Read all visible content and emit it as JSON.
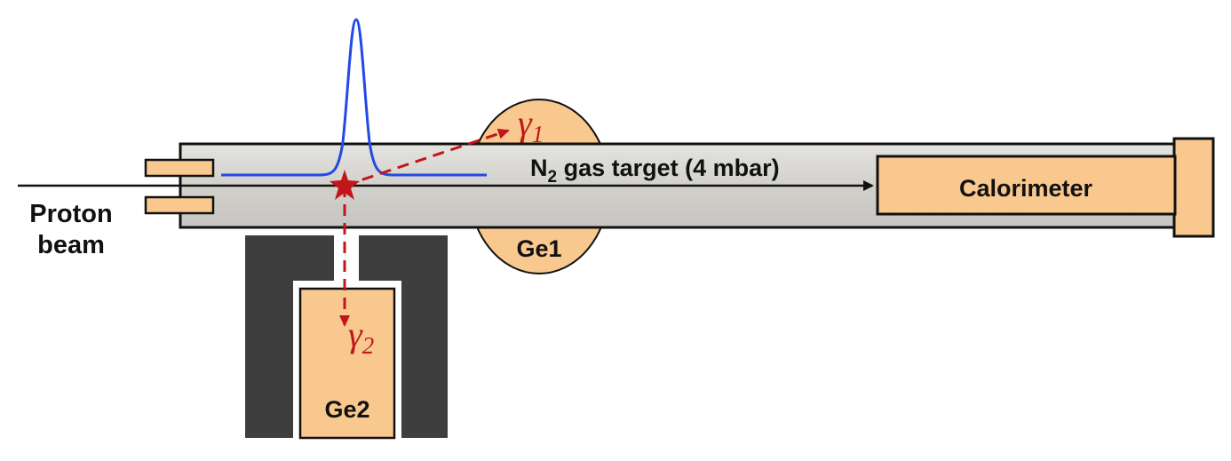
{
  "labels": {
    "proton_beam_line1": "Proton",
    "proton_beam_line2": "beam",
    "gas_target_prefix": "N",
    "gas_target_subscript": "2",
    "gas_target_rest": " gas target (4 mbar)",
    "calorimeter": "Calorimeter",
    "ge1": "Ge1",
    "ge2": "Ge2",
    "gamma1_symbol": "γ",
    "gamma1_index": "1",
    "gamma2_symbol": "γ",
    "gamma2_index": "2"
  },
  "colors": {
    "tube_fill": "#d4d3cf",
    "tube_stroke": "#111111",
    "detector_fill": "#f9c88e",
    "shield": "#3e3e3e",
    "beam_profile": "#2349e6",
    "gamma_path": "#c0161c"
  }
}
